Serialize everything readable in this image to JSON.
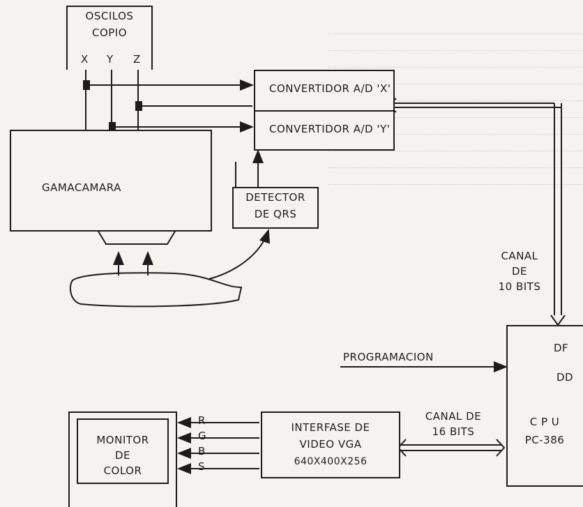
{
  "blocks": {
    "oscilloscope": {
      "line1": "OSCILOS",
      "line2": "COPIO"
    },
    "xyz": {
      "x": "X",
      "y": "Y",
      "z": "Z"
    },
    "gamma_camera": {
      "label": "GAMACAMARA"
    },
    "converter_x": {
      "label": "CONVERTIDOR A/D 'X'"
    },
    "converter_y": {
      "label": "CONVERTIDOR A/D 'Y'"
    },
    "qrs_detector": {
      "line1": "DETECTOR",
      "line2": "DE QRS"
    },
    "channel_10": {
      "line1": "CANAL",
      "line2": "DE",
      "line3": "10 BITS"
    },
    "programming": {
      "label": "PROGRAMACION"
    },
    "cpu": {
      "line1": "C P U",
      "line2": "PC-386",
      "df": "DF",
      "dd": "DD"
    },
    "channel_16": {
      "line1": "CANAL DE",
      "line2": "16 BITS"
    },
    "video_interface": {
      "line1": "INTERFASE DE",
      "line2": "VIDEO VGA",
      "line3": "640X400X256"
    },
    "monitor": {
      "line1": "MONITOR",
      "line2": "DE",
      "line3": "COLOR"
    },
    "signals": {
      "r": "R",
      "g": "G",
      "b": "B",
      "s": "S"
    }
  }
}
